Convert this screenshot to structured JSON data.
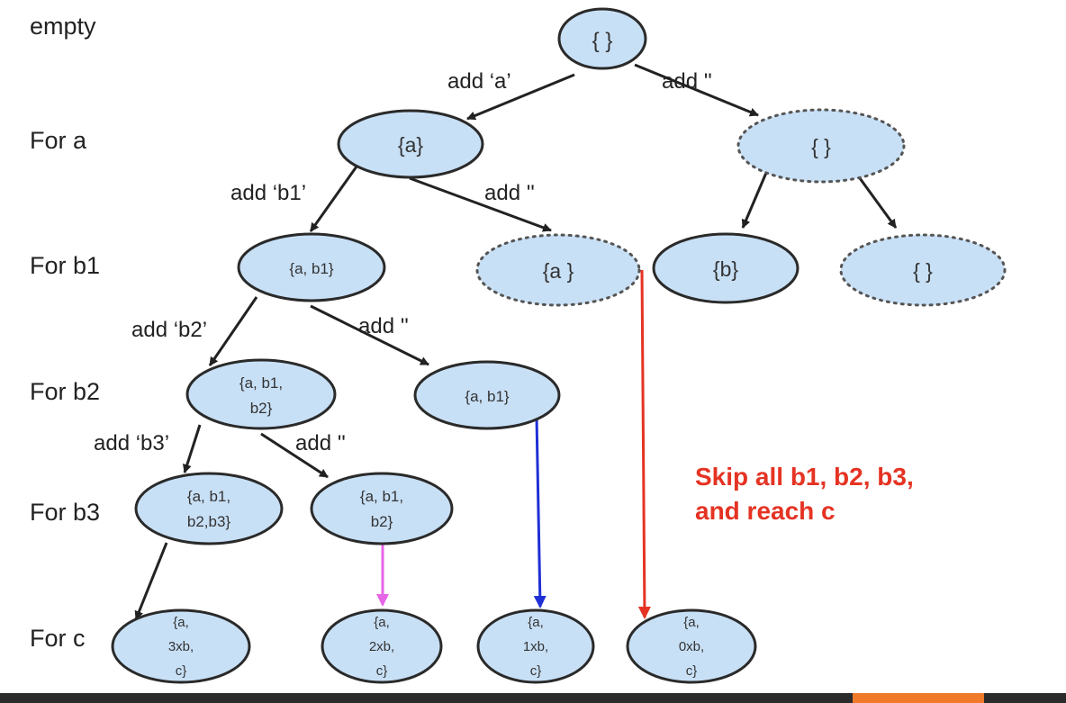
{
  "row_labels": {
    "empty": "empty",
    "for_a": "For a",
    "for_b1": "For b1",
    "for_b2": "For b2",
    "for_b3": "For b3",
    "for_c": "For c"
  },
  "edge_labels": {
    "root_add_a": "add ‘a’",
    "root_add_empty": "add ''",
    "a_add_b1": "add ‘b1’",
    "a_add_empty": "add ''",
    "b1_add_b2": "add ‘b2’",
    "b1_add_empty": "add ''",
    "b2_add_b3": "add ‘b3’",
    "b2_add_empty": "add ''"
  },
  "nodes": {
    "root": [
      "{ }"
    ],
    "a": [
      "{a}"
    ],
    "empty_lvl1": [
      "{ }"
    ],
    "a_b1": [
      "{a, b1}"
    ],
    "a_dotted": [
      "{a }"
    ],
    "b": [
      "{b}"
    ],
    "empty_lvl2": [
      "{ }"
    ],
    "a_b1_b2": [
      "{a, b1,",
      "b2}"
    ],
    "a_b1_lvl3": [
      "{a, b1}"
    ],
    "a_b1_b2_b3": [
      "{a, b1,",
      "b2,b3}"
    ],
    "a_b1_b2_lvl4": [
      "{a, b1,",
      "b2}"
    ],
    "c3": [
      "{a,",
      "3xb,",
      "c}"
    ],
    "c2": [
      "{a,",
      "2xb,",
      "c}"
    ],
    "c1": [
      "{a,",
      "1xb,",
      "c}"
    ],
    "c0": [
      "{a,",
      "0xb,",
      "c}"
    ]
  },
  "annotation": {
    "line1": "Skip all b1, b2, b3,",
    "line2": "and reach c"
  },
  "colors": {
    "node_fill": "#c8e0f6",
    "node_stroke": "#2a2a2a",
    "blue_arrow": "#1f2fd6",
    "magenta_arrow": "#e566e6",
    "red_arrow": "#e53323"
  }
}
